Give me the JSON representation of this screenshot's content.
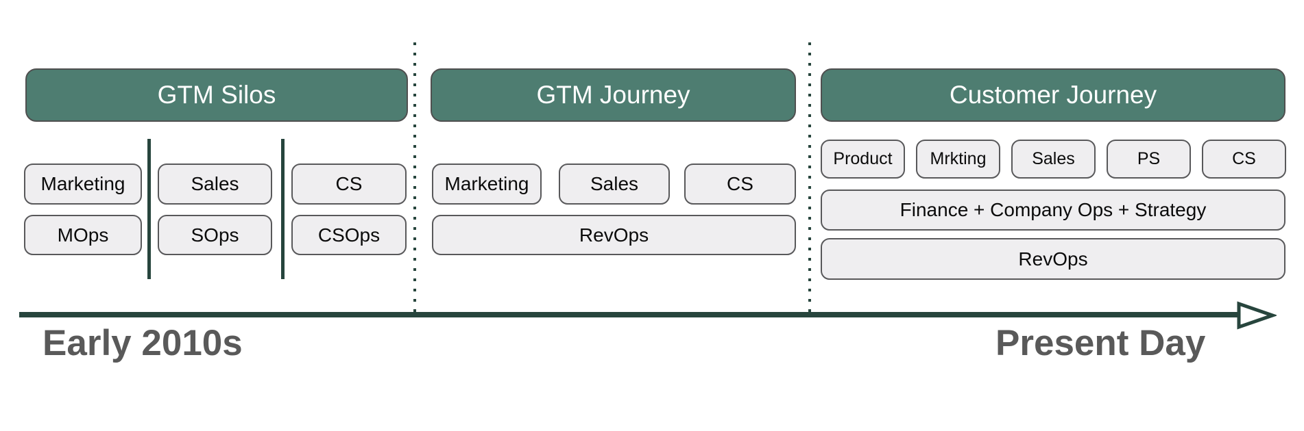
{
  "colors": {
    "header-fill": "#4e7d71",
    "header-text": "#ffffff",
    "box-fill": "#efeef0",
    "box-border": "#58585a",
    "box-text": "#0b0b0b",
    "line-green": "#27453d",
    "label-gray": "#595959"
  },
  "sections": [
    {
      "title": "GTM Silos",
      "row1": [
        "Marketing",
        "Sales",
        "CS"
      ],
      "row2": [
        "MOps",
        "SOps",
        "CSOps"
      ]
    },
    {
      "title": "GTM Journey",
      "row1": [
        "Marketing",
        "Sales",
        "CS"
      ],
      "row2": [
        "RevOps"
      ]
    },
    {
      "title": "Customer Journey",
      "row1": [
        "Product",
        "Mrkting",
        "Sales",
        "PS",
        "CS"
      ],
      "row2": [
        "Finance + Company Ops + Strategy"
      ],
      "row3": [
        "RevOps"
      ]
    }
  ],
  "timeline": {
    "start_label": "Early 2010s",
    "end_label": "Present Day"
  }
}
